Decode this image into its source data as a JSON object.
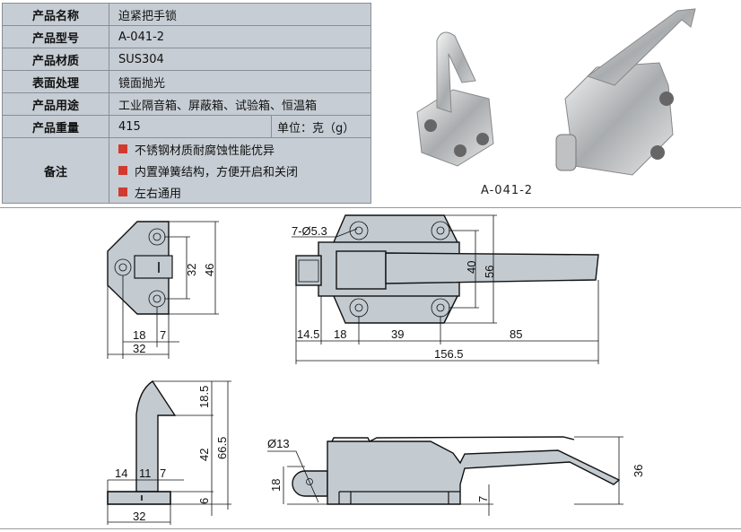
{
  "spec_table": {
    "rows": [
      {
        "label": "产品名称",
        "value": "迫紧把手锁"
      },
      {
        "label": "产品型号",
        "value": "A-041-2"
      },
      {
        "label": "产品材质",
        "value": "SUS304"
      },
      {
        "label": "表面处理",
        "value": "镜面抛光"
      },
      {
        "label": "产品用途",
        "value": "工业隔音箱、屏蔽箱、试验箱、恒温箱"
      },
      {
        "label": "产品重量",
        "value": "415",
        "unit": "单位：克（g）"
      }
    ],
    "notes_label": "备注",
    "notes": [
      "不锈钢材质耐腐蚀性能优异",
      "内置弹簧结构，方便开启和关闭",
      "左右通用"
    ],
    "bullet_color": "#d23a2f"
  },
  "photo": {
    "caption": "A-041-2"
  },
  "drawings": {
    "front_small": {
      "d32v": "32",
      "d46": "46",
      "d18": "18",
      "d7": "7",
      "d32h": "32"
    },
    "front_large": {
      "holes": "7-Ø5.3",
      "d40": "40",
      "d56": "56",
      "d14_5": "14.5",
      "d18": "18",
      "d39": "39",
      "d85": "85",
      "d156_5": "156.5"
    },
    "side_small": {
      "d18_5": "18.5",
      "d42": "42",
      "d6": "6",
      "d66_5": "66.5",
      "d14": "14",
      "d11": "11",
      "d7": "7",
      "d32": "32"
    },
    "side_large": {
      "d13": "Ø13",
      "d18": "18",
      "d7": "7",
      "d36": "36"
    }
  }
}
